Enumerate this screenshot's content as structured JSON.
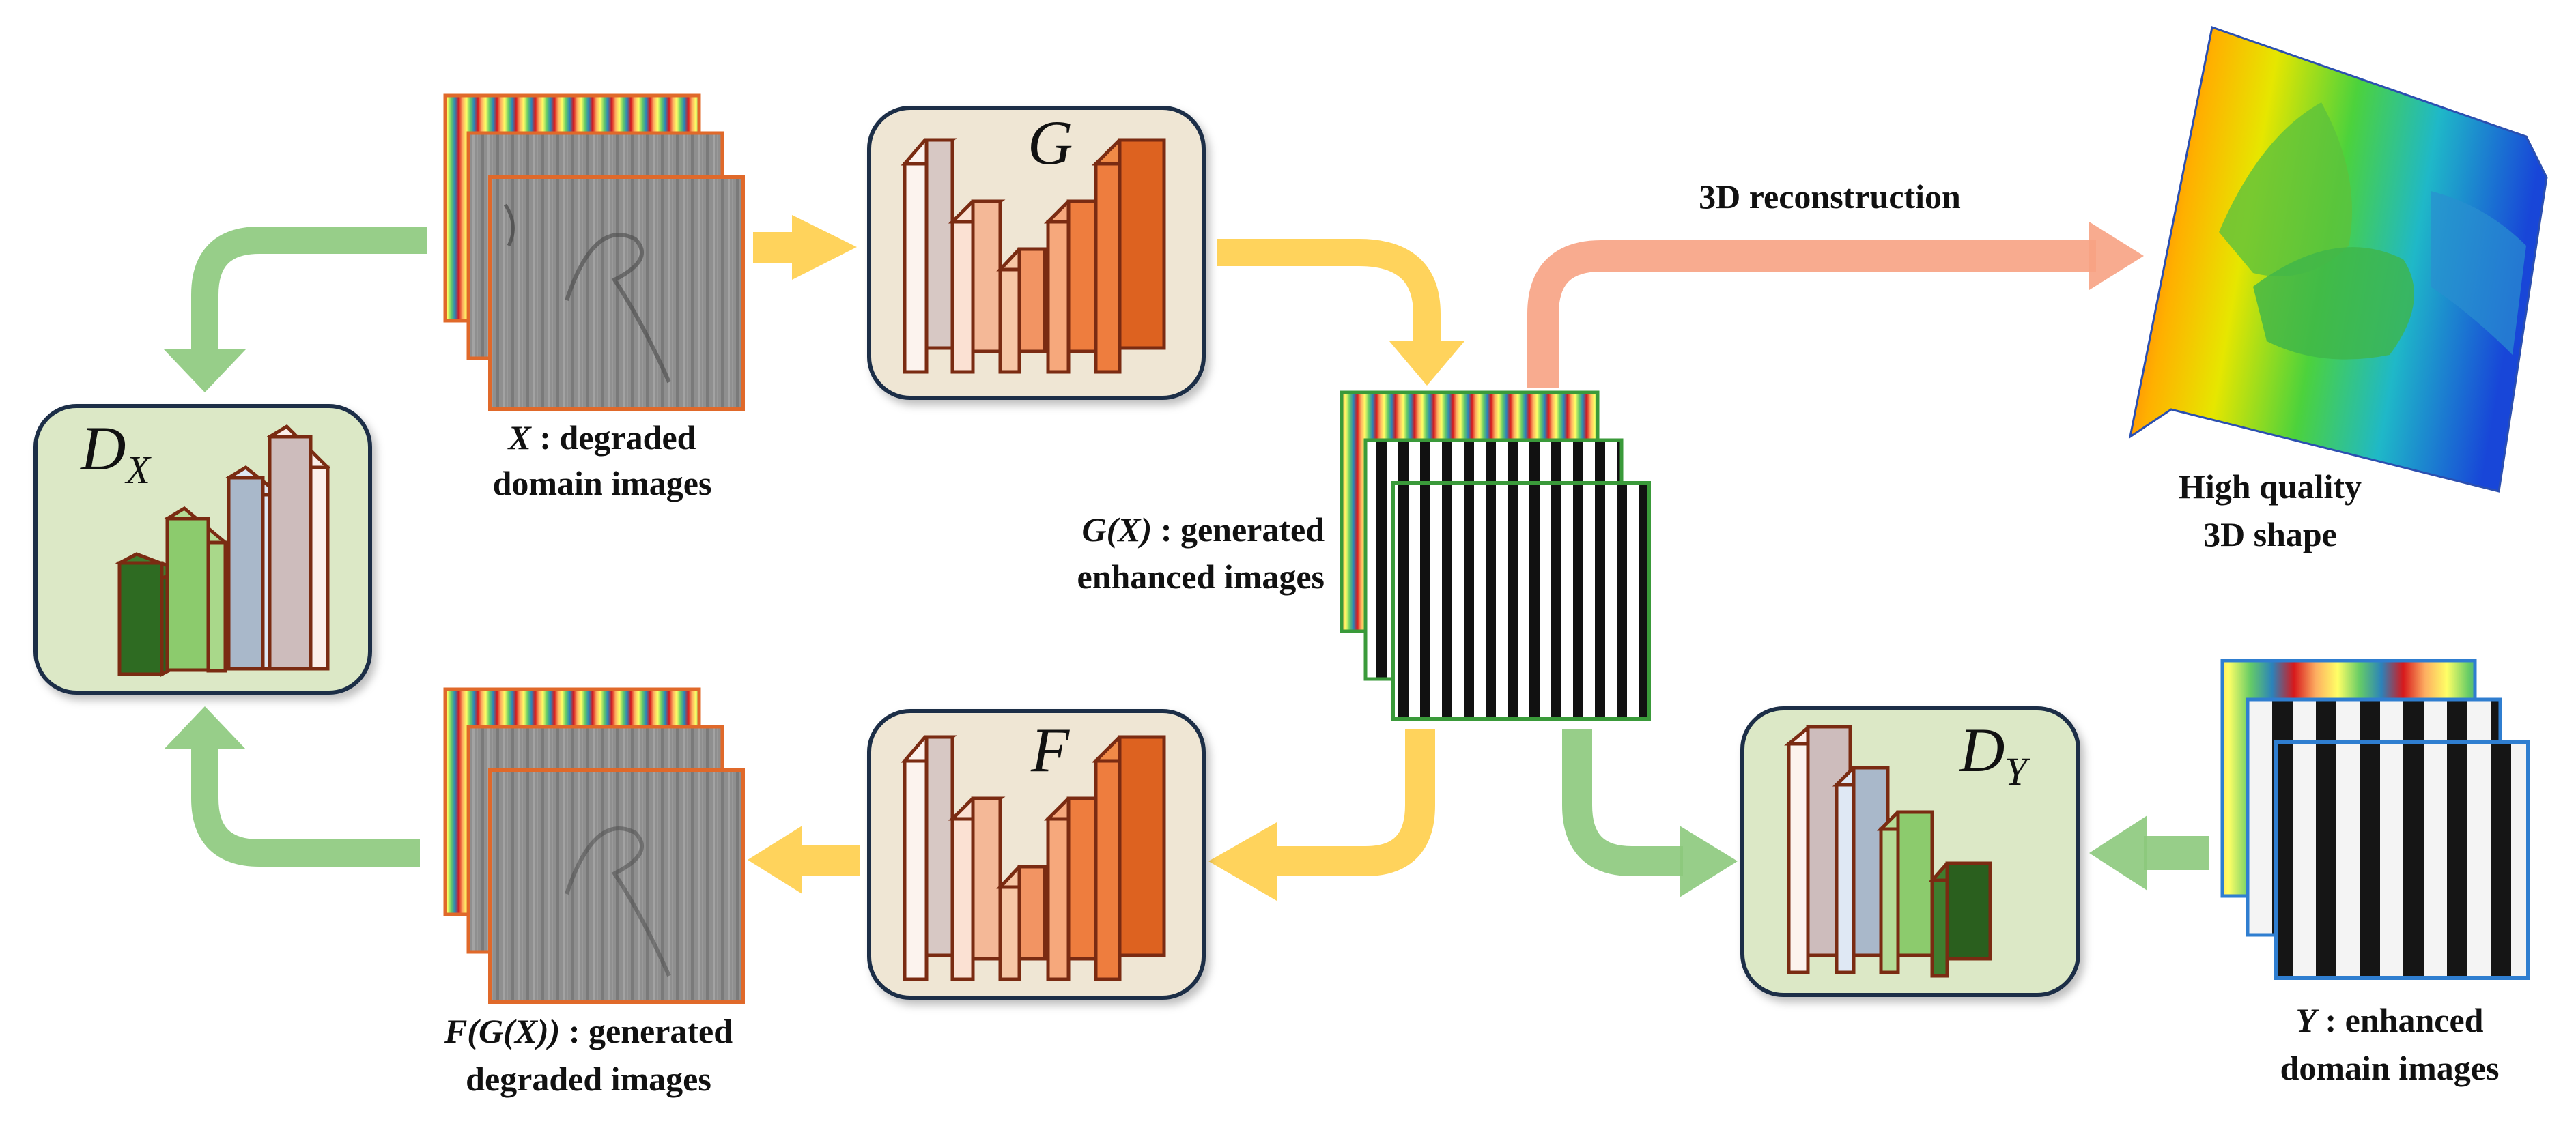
{
  "nodes": {
    "G": {
      "label": "G"
    },
    "F": {
      "label": "F"
    },
    "DX": {
      "label": "D",
      "subscript": "X"
    },
    "DY": {
      "label": "D",
      "subscript": "Y"
    }
  },
  "labels": {
    "x_domain": {
      "line1_var": "X",
      "line1_text": " : degraded",
      "line2": "domain images"
    },
    "gx": {
      "line1_var": "G(X)",
      "line1_text": " : generated",
      "line2": "enhanced images"
    },
    "fgx": {
      "line1_var": "F(G(X))",
      "line1_text": " : generated",
      "line2": "degraded images"
    },
    "y_domain": {
      "line1_var": "Y",
      "line1_text": " : enhanced",
      "line2": "domain images"
    },
    "reconstruction": "3D reconstruction",
    "shape": {
      "line1": "High quality",
      "line2": "3D shape"
    }
  },
  "colors": {
    "generator_box": "#efe6d4",
    "discriminator_box": "#dce8c6",
    "box_border": "#1d2f47",
    "green_arrow": "#8cc97c",
    "yellow_arrow": "#ffd35c",
    "salmon_arrow": "#f7a283",
    "orange_frame": "#e0692a",
    "green_frame": "#3a9a3a",
    "blue_frame": "#2f7ed0"
  }
}
